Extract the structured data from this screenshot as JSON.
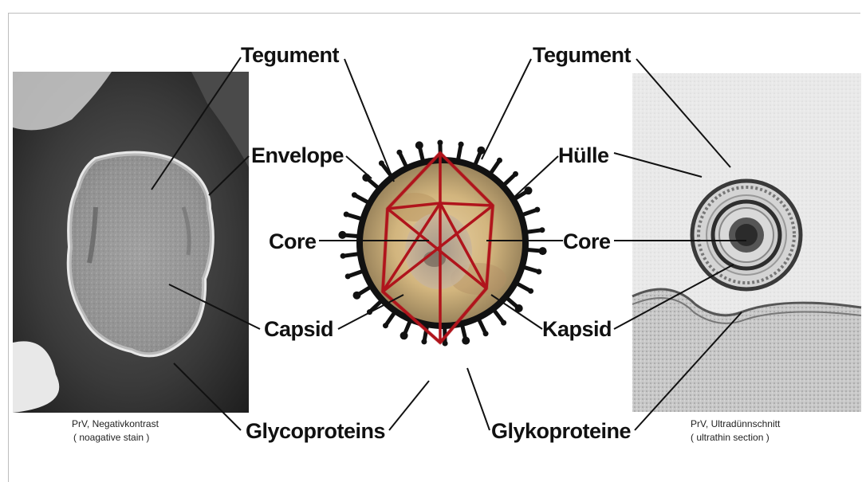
{
  "labels_left": {
    "tegument": "Tegument",
    "envelope": "Envelope",
    "core": "Core",
    "capsid": "Capsid",
    "glycoproteins": "Glycoproteins"
  },
  "labels_right": {
    "tegument": "Tegument",
    "huelle": "Hülle",
    "core": "Core",
    "kapsid": "Kapsid",
    "glykoproteine": "Glykoproteine"
  },
  "caption_left": {
    "line1": "PrV, Negativkontrast",
    "line2": "( noagative stain )"
  },
  "caption_right": {
    "line1": "PrV, Ultradünnschnitt",
    "line2": "( ultrathin section )"
  },
  "colors": {
    "capsid_red": "#b0141c",
    "envelope_dark": "#111111",
    "tegument_tan": "#c9ae7c",
    "stain_background": "#2a2a2a"
  }
}
